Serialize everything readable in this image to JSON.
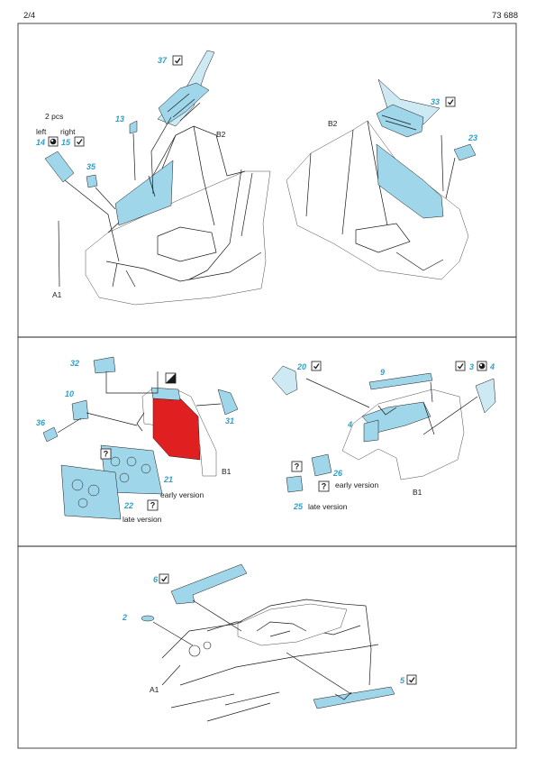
{
  "header": {
    "page": "2/4",
    "code": "73 688"
  },
  "colors": {
    "part": "#9fd6ea",
    "part_number": "#2f9fc9",
    "red": "#e02020",
    "frame": "#1a1a1a"
  },
  "icons": {
    "fold": "check-fold-icon",
    "paint": "paint-symbol-icon",
    "optional": "question-mark-icon",
    "half": "half-fill-icon"
  },
  "panel1": {
    "note": "2 pcs",
    "left": "left",
    "right": "right",
    "parts": [
      "37",
      "13",
      "14",
      "15",
      "35",
      "33",
      "23"
    ],
    "refs": [
      "A1",
      "B2",
      "B2"
    ]
  },
  "panel2": {
    "parts": [
      "32",
      "10",
      "36",
      "31",
      "21",
      "22",
      "20",
      "9",
      "3",
      "4",
      "4",
      "26",
      "25"
    ],
    "refs": [
      "B1",
      "B1"
    ],
    "labels": {
      "early_left": "early version",
      "late_left": "late version",
      "early_right": "early version",
      "late_right": "late version"
    },
    "question": "?"
  },
  "panel3": {
    "parts": [
      "6",
      "2",
      "5"
    ],
    "refs": [
      "A1"
    ]
  }
}
